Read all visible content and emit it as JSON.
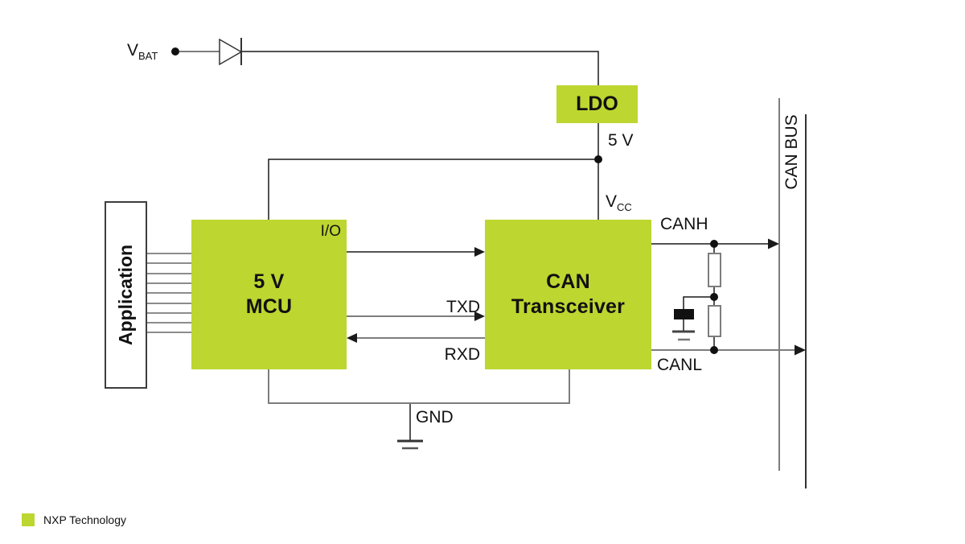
{
  "colors": {
    "nxp_green": "#BDD630",
    "wire_gray": "#7D7D7D",
    "wire_dark": "#1A1A1A"
  },
  "nodes": {
    "vbat": {
      "base": "V",
      "sub": "BAT"
    },
    "ldo": {
      "label": "LDO"
    },
    "rail_5v": {
      "label": "5 V"
    },
    "vcc": {
      "base": "V",
      "sub": "CC"
    },
    "application": {
      "label": "Application"
    },
    "mcu": {
      "line1": "5 V",
      "line2": "MCU",
      "io_pin": "I/O"
    },
    "transceiver": {
      "line1": "CAN",
      "line2": "Transceiver"
    },
    "signals": {
      "txd": "TXD",
      "rxd": "RXD",
      "gnd": "GND",
      "canh": "CANH",
      "canl": "CANL"
    },
    "bus": {
      "label": "CAN BUS"
    }
  },
  "legend": {
    "label": "NXP Technology"
  }
}
